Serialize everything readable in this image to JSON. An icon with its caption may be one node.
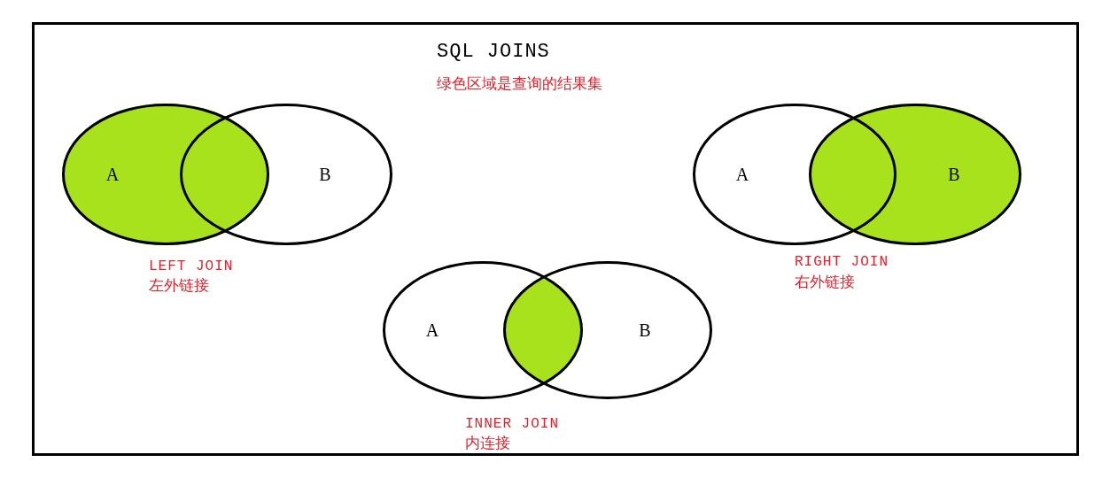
{
  "diagram": {
    "title": "SQL JOINS",
    "nodes": [
      {
        "text": [
          "A"
        ]
      },
      {
        "text": [
          "B"
        ]
      },
      {
        "text": [
          "A"
        ]
      },
      {
        "text": [
          "B"
        ]
      },
      {
        "text": [
          "A"
        ]
      },
      {
        "text": [
          "B"
        ]
      }
    ],
    "labels": [
      "绿色区域是查询的结果集",
      "LEFT JOIN",
      "左外链接",
      "RIGHT JOIN",
      "右外链接",
      "INNER JOIN",
      "内连接"
    ]
  }
}
